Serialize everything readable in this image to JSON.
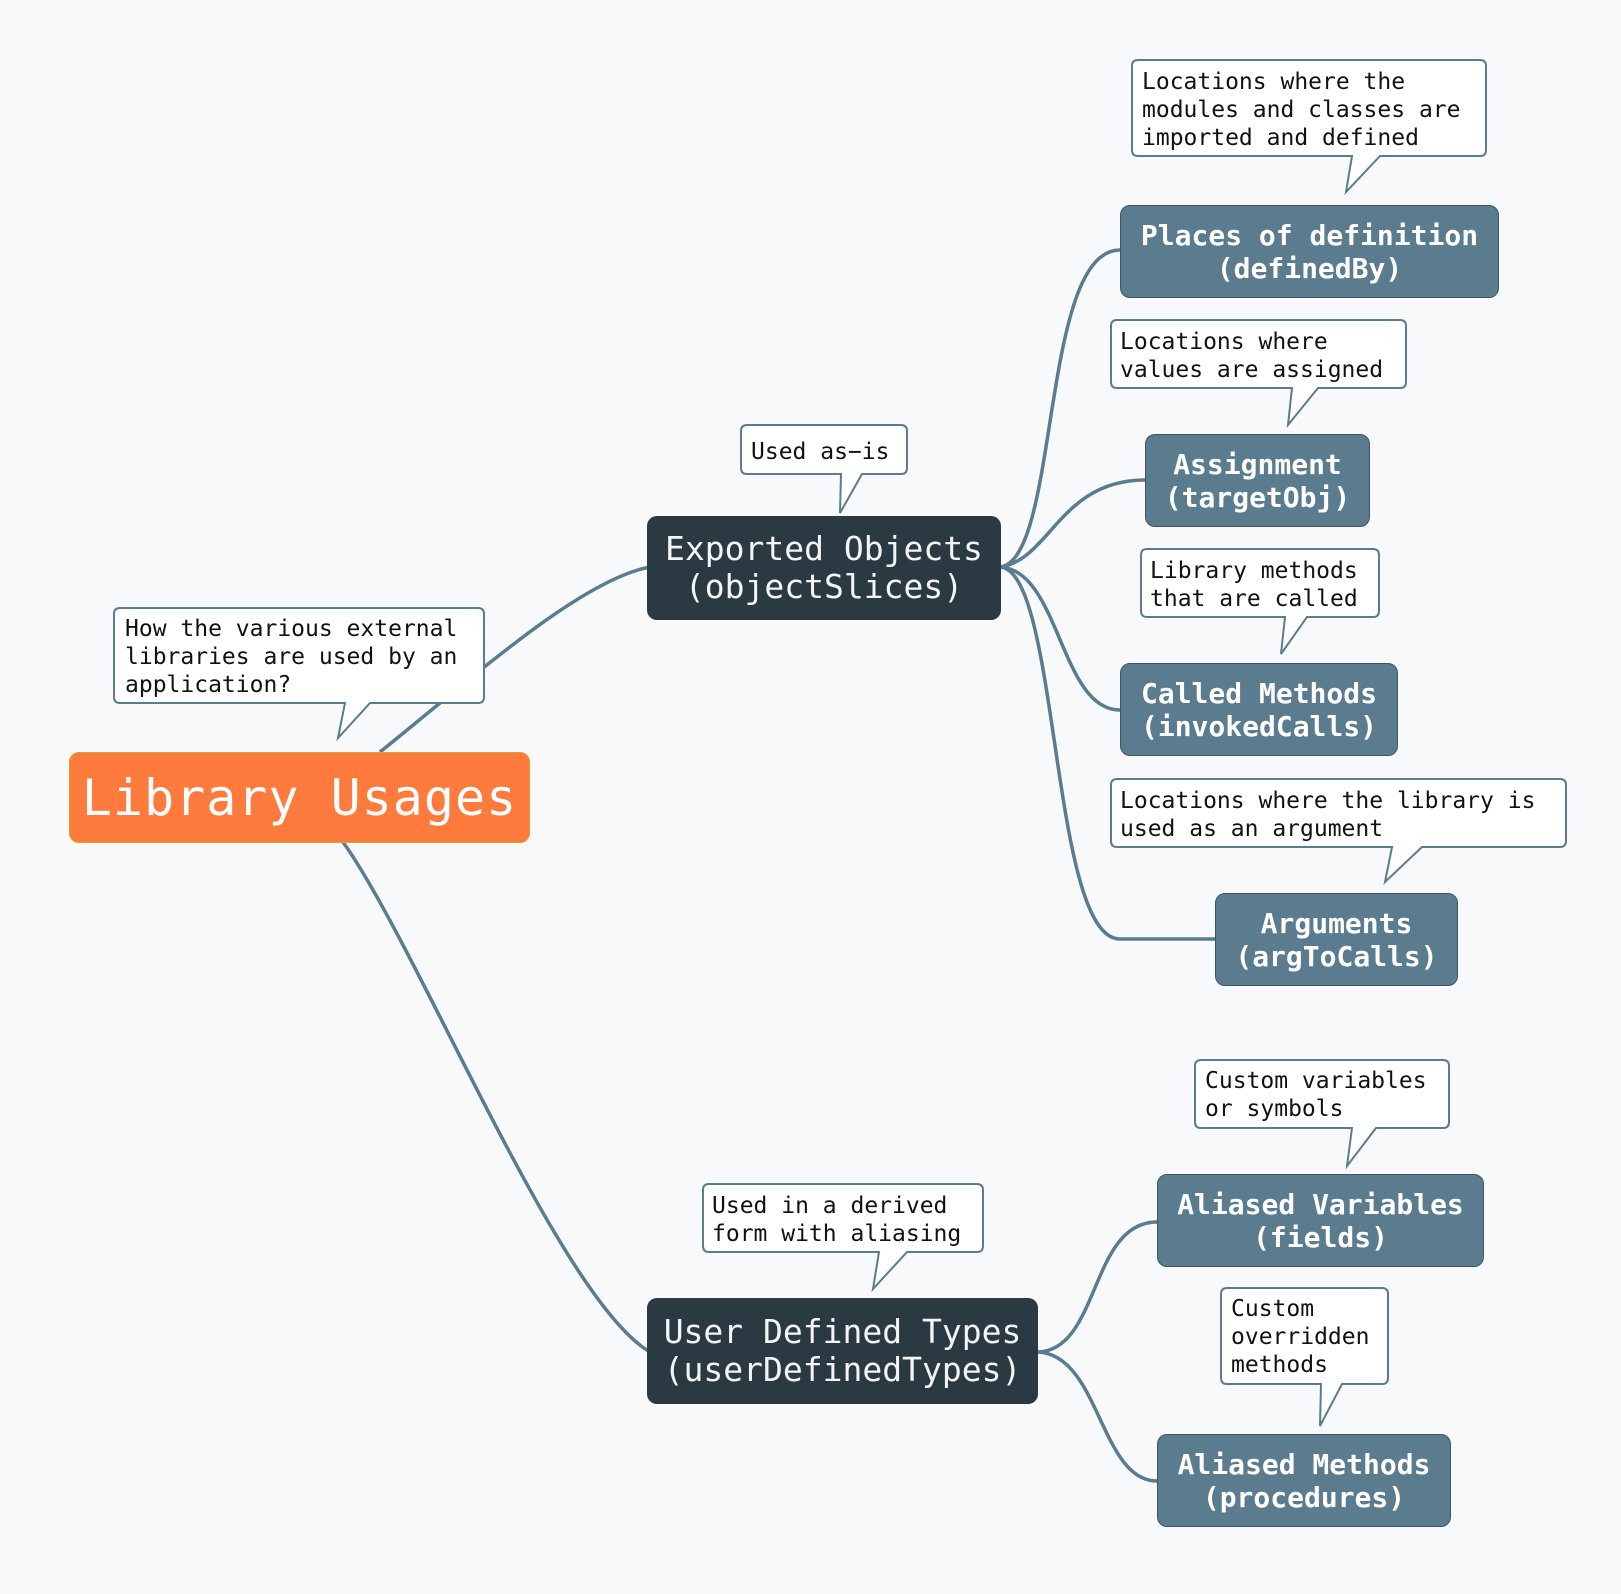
{
  "colors": {
    "background": "#f8f9fb",
    "root_fill": "#ff7a3d",
    "branch_fill": "#2b3a42",
    "leaf_fill": "#5b7b8f",
    "link": "#5b7b8f",
    "callout_border": "#5b7b8f",
    "callout_fill": "#ffffff"
  },
  "root": {
    "label": "Library Usages",
    "note": [
      "How the various external",
      "libraries are used by an",
      "application?"
    ]
  },
  "branches": [
    {
      "line1": "Exported Objects",
      "line2": "(objectSlices)",
      "note": [
        "Used as−is"
      ],
      "leaves": [
        {
          "line1": "Places of definition",
          "line2": "(definedBy)",
          "note": [
            "Locations where the",
            "modules and classes are",
            "imported and defined"
          ]
        },
        {
          "line1": "Assignment",
          "line2": "(targetObj)",
          "note": [
            "Locations where",
            "values are assigned"
          ]
        },
        {
          "line1": "Called Methods",
          "line2": "(invokedCalls)",
          "note": [
            "Library methods",
            "that are called"
          ]
        },
        {
          "line1": "Arguments",
          "line2": "(argToCalls)",
          "note": [
            "Locations where the library is",
            "used as an argument"
          ]
        }
      ]
    },
    {
      "line1": "User Defined Types",
      "line2": "(userDefinedTypes)",
      "note": [
        "Used in a derived",
        "form with aliasing"
      ],
      "leaves": [
        {
          "line1": "Aliased Variables",
          "line2": "(fields)",
          "note": [
            "Custom variables",
            "or symbols"
          ]
        },
        {
          "line1": "Aliased Methods",
          "line2": "(procedures)",
          "note": [
            "Custom",
            "overridden",
            "methods"
          ]
        }
      ]
    }
  ]
}
